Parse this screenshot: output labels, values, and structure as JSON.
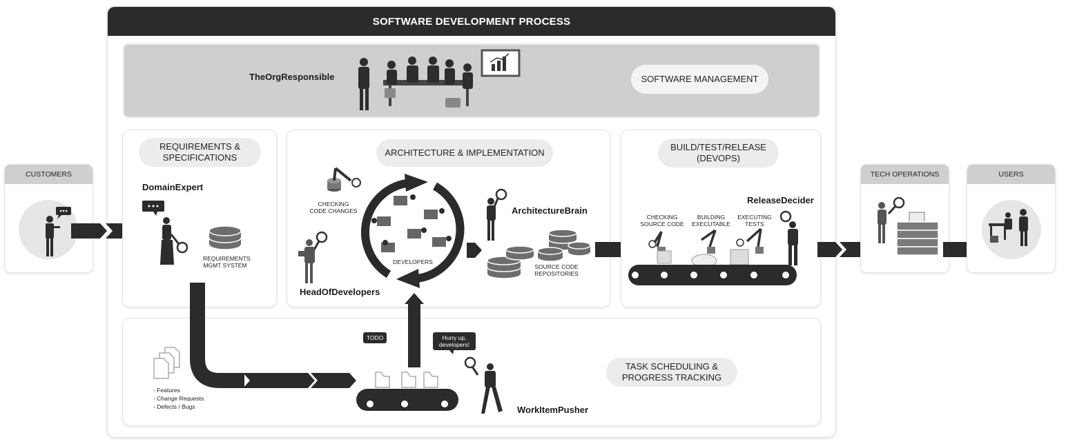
{
  "title": "SOFTWARE DEVELOPMENT PROCESS",
  "management": {
    "actor": "TheOrgResponsible",
    "label": "SOFTWARE MANAGEMENT"
  },
  "customers": {
    "label": "CUSTOMERS"
  },
  "tech_operations": {
    "label": "TECH OPERATIONS"
  },
  "users": {
    "label": "USERS"
  },
  "requirements": {
    "label_line1": "REQUIREMENTS &",
    "label_line2": "SPECIFICATIONS",
    "actor": "DomainExpert",
    "system_line1": "REQUIREMENTS",
    "system_line2": "MGMT SYSTEM"
  },
  "architecture": {
    "label": "ARCHITECTURE & IMPLEMENTATION",
    "checking_line1": "CHECKING",
    "checking_line2": "CODE CHANGES",
    "developers": "DEVELOPERS",
    "actor_brain": "ArchitectureBrain",
    "actor_head": "HeadOfDevelopers",
    "repo_line1": "SOURCE CODE",
    "repo_line2": "REPOSITORIES"
  },
  "build": {
    "label_line1": "BUILD/TEST/RELEASE",
    "label_line2": "(DEVOPS)",
    "actor": "ReleaseDecider",
    "steps": [
      {
        "line1": "CHECKING",
        "line2": "SOURCE CODE"
      },
      {
        "line1": "BUILDING",
        "line2": "EXECUTABLE"
      },
      {
        "line1": "EXECUTING",
        "line2": "TESTS"
      }
    ]
  },
  "scheduling": {
    "label_line1": "TASK SCHEDULING &",
    "label_line2": "PROGRESS TRACKING",
    "todo": "TODO",
    "bubble_line1": "Hurry up,",
    "bubble_line2": "developers!",
    "actor": "WorkItemPusher",
    "items": [
      "- Features",
      "- Change Requests",
      "- Defects / Bugs"
    ]
  }
}
